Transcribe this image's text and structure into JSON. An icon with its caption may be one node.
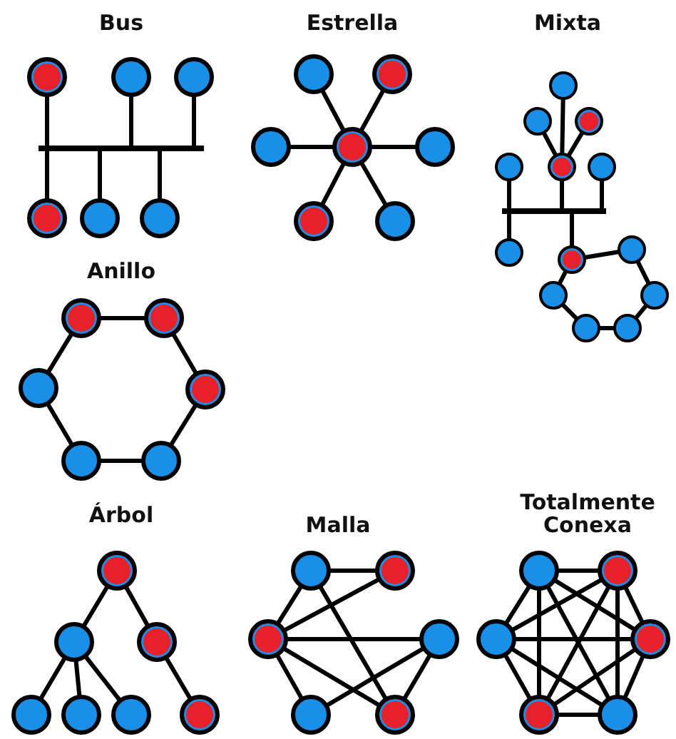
{
  "diagram": {
    "nodes": [
      {
        "text": [],
        "shape": "circle"
      },
      {
        "text": [],
        "shape": "circle"
      },
      {
        "text": [],
        "shape": "circle"
      },
      {
        "text": [],
        "shape": "bar"
      },
      {
        "text": [],
        "shape": "circle"
      },
      {
        "text": [],
        "shape": "circle"
      },
      {
        "text": [],
        "shape": "circle"
      },
      {
        "text": [],
        "shape": "circle"
      },
      {
        "text": [],
        "shape": "circle"
      },
      {
        "text": [],
        "shape": "circle"
      },
      {
        "text": [],
        "shape": "circle"
      },
      {
        "text": [],
        "shape": "circle"
      },
      {
        "text": [],
        "shape": "circle"
      },
      {
        "text": [],
        "shape": "circle"
      },
      {
        "text": [],
        "shape": "circle"
      },
      {
        "text": [],
        "shape": "circle"
      },
      {
        "text": [],
        "shape": "circle"
      },
      {
        "text": [],
        "shape": "circle"
      },
      {
        "text": [],
        "shape": "circle"
      },
      {
        "text": [],
        "shape": "circle"
      },
      {
        "text": [],
        "shape": "bar"
      },
      {
        "text": [],
        "shape": "circle"
      },
      {
        "text": [],
        "shape": "circle"
      },
      {
        "text": [],
        "shape": "circle"
      },
      {
        "text": [],
        "shape": "circle"
      },
      {
        "text": [],
        "shape": "circle"
      },
      {
        "text": [],
        "shape": "circle"
      },
      {
        "text": [],
        "shape": "circle"
      },
      {
        "text": [],
        "shape": "circle"
      },
      {
        "text": [],
        "shape": "circle"
      },
      {
        "text": [],
        "shape": "circle"
      },
      {
        "text": [],
        "shape": "circle"
      },
      {
        "text": [],
        "shape": "circle"
      },
      {
        "text": [],
        "shape": "circle"
      },
      {
        "text": [],
        "shape": "circle"
      },
      {
        "text": [],
        "shape": "circle"
      },
      {
        "text": [],
        "shape": "circle"
      },
      {
        "text": [],
        "shape": "circle"
      },
      {
        "text": [],
        "shape": "circle"
      },
      {
        "text": [],
        "shape": "circle"
      },
      {
        "text": [],
        "shape": "circle"
      },
      {
        "text": [],
        "shape": "circle"
      },
      {
        "text": [],
        "shape": "circle"
      },
      {
        "text": [],
        "shape": "circle"
      },
      {
        "text": [],
        "shape": "circle"
      },
      {
        "text": [],
        "shape": "circle"
      },
      {
        "text": [],
        "shape": "circle"
      },
      {
        "text": [],
        "shape": "circle"
      },
      {
        "text": [],
        "shape": "circle"
      },
      {
        "text": [],
        "shape": "circle"
      },
      {
        "text": [],
        "shape": "circle"
      },
      {
        "text": [],
        "shape": "circle"
      },
      {
        "text": [],
        "shape": "circle"
      }
    ],
    "edges": [
      {
        "from": 0,
        "to": 3,
        "arrow": "none"
      },
      {
        "from": 1,
        "to": 3,
        "arrow": "none"
      },
      {
        "from": 2,
        "to": 3,
        "arrow": "none"
      },
      {
        "from": 3,
        "to": 4,
        "arrow": "none"
      },
      {
        "from": 3,
        "to": 5,
        "arrow": "none"
      },
      {
        "from": 3,
        "to": 6,
        "arrow": "none"
      },
      {
        "from": 10,
        "to": 7,
        "arrow": "none"
      },
      {
        "from": 10,
        "to": 8,
        "arrow": "none"
      },
      {
        "from": 10,
        "to": 9,
        "arrow": "none"
      },
      {
        "from": 10,
        "to": 11,
        "arrow": "none"
      },
      {
        "from": 10,
        "to": 12,
        "arrow": "none"
      },
      {
        "from": 10,
        "to": 13,
        "arrow": "none"
      },
      {
        "from": 14,
        "to": 18,
        "arrow": "none"
      },
      {
        "from": 15,
        "to": 18,
        "arrow": "none"
      },
      {
        "from": 16,
        "to": 18,
        "arrow": "none"
      },
      {
        "from": 17,
        "to": 20,
        "arrow": "none"
      },
      {
        "from": 18,
        "to": 20,
        "arrow": "none"
      },
      {
        "from": 19,
        "to": 20,
        "arrow": "none"
      },
      {
        "from": 20,
        "to": 21,
        "arrow": "none"
      },
      {
        "from": 20,
        "to": 22,
        "arrow": "none"
      },
      {
        "from": 22,
        "to": 23,
        "arrow": "none"
      },
      {
        "from": 23,
        "to": 25,
        "arrow": "none"
      },
      {
        "from": 25,
        "to": 27,
        "arrow": "none"
      },
      {
        "from": 27,
        "to": 26,
        "arrow": "none"
      },
      {
        "from": 26,
        "to": 24,
        "arrow": "none"
      },
      {
        "from": 24,
        "to": 22,
        "arrow": "none"
      },
      {
        "from": 28,
        "to": 29,
        "arrow": "none"
      },
      {
        "from": 29,
        "to": 31,
        "arrow": "none"
      },
      {
        "from": 31,
        "to": 33,
        "arrow": "none"
      },
      {
        "from": 33,
        "to": 32,
        "arrow": "none"
      },
      {
        "from": 32,
        "to": 30,
        "arrow": "none"
      },
      {
        "from": 30,
        "to": 28,
        "arrow": "none"
      },
      {
        "from": 34,
        "to": 35,
        "arrow": "none"
      },
      {
        "from": 34,
        "to": 36,
        "arrow": "none"
      },
      {
        "from": 35,
        "to": 37,
        "arrow": "none"
      },
      {
        "from": 35,
        "to": 38,
        "arrow": "none"
      },
      {
        "from": 35,
        "to": 39,
        "arrow": "none"
      },
      {
        "from": 36,
        "to": 40,
        "arrow": "none"
      },
      {
        "from": 41,
        "to": 42,
        "arrow": "none"
      },
      {
        "from": 41,
        "to": 43,
        "arrow": "none"
      },
      {
        "from": 43,
        "to": 42,
        "arrow": "none"
      },
      {
        "from": 41,
        "to": 46,
        "arrow": "none"
      },
      {
        "from": 43,
        "to": 44,
        "arrow": "none"
      },
      {
        "from": 43,
        "to": 45,
        "arrow": "none"
      },
      {
        "from": 43,
        "to": 46,
        "arrow": "none"
      },
      {
        "from": 45,
        "to": 44,
        "arrow": "none"
      },
      {
        "from": 44,
        "to": 46,
        "arrow": "none"
      },
      {
        "from": 47,
        "to": 48,
        "arrow": "none"
      },
      {
        "from": 47,
        "to": 49,
        "arrow": "none"
      },
      {
        "from": 47,
        "to": 50,
        "arrow": "none"
      },
      {
        "from": 47,
        "to": 51,
        "arrow": "none"
      },
      {
        "from": 47,
        "to": 52,
        "arrow": "none"
      },
      {
        "from": 48,
        "to": 49,
        "arrow": "none"
      },
      {
        "from": 48,
        "to": 50,
        "arrow": "none"
      },
      {
        "from": 48,
        "to": 51,
        "arrow": "none"
      },
      {
        "from": 48,
        "to": 52,
        "arrow": "none"
      },
      {
        "from": 49,
        "to": 50,
        "arrow": "none"
      },
      {
        "from": 49,
        "to": 51,
        "arrow": "none"
      },
      {
        "from": 49,
        "to": 52,
        "arrow": "none"
      },
      {
        "from": 50,
        "to": 51,
        "arrow": "none"
      },
      {
        "from": 50,
        "to": 52,
        "arrow": "none"
      },
      {
        "from": 51,
        "to": 52,
        "arrow": "none"
      }
    ],
    "labels": [
      "Bus",
      "Estrella",
      "Mixta",
      "Anillo",
      "Árbol",
      "Malla",
      "Totalmente Conexa"
    ]
  }
}
